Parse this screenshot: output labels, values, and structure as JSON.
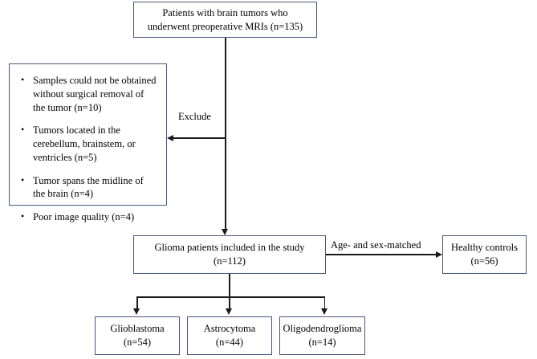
{
  "diagram": {
    "type": "study-flowchart",
    "border_color": "#46597a",
    "line_color": "#1a1a1a",
    "background": "#ffffff",
    "nodes": {
      "cohort": {
        "text": "Patients with brain tumors who\nunderwent preoperative MRIs (n=135)",
        "count": 135
      },
      "excluded": {
        "items": [
          "Samples could not be obtained without surgical removal of the tumor (n=10)",
          "Tumors located in the cerebellum, brainstem, or ventricles (n=5)",
          "Tumor spans the midline of the brain (n=4)",
          "Poor image quality (n=4)"
        ],
        "counts": [
          10,
          5,
          4,
          4
        ]
      },
      "glioma": {
        "text": "Glioma patients included in the study\n(n=112)",
        "count": 112
      },
      "healthy": {
        "text": "Healthy controls\n(n=56)",
        "count": 56
      },
      "glioblastoma": {
        "text": "Glioblastoma\n(n=54)",
        "count": 54
      },
      "astrocytoma": {
        "text": "Astrocytoma\n(n=44)",
        "count": 44
      },
      "oligodendroglioma": {
        "text": "Oligodendroglioma\n(n=14)",
        "count": 14
      }
    },
    "edge_labels": {
      "exclude": "Exclude",
      "matched": "Age- and sex-matched"
    }
  }
}
